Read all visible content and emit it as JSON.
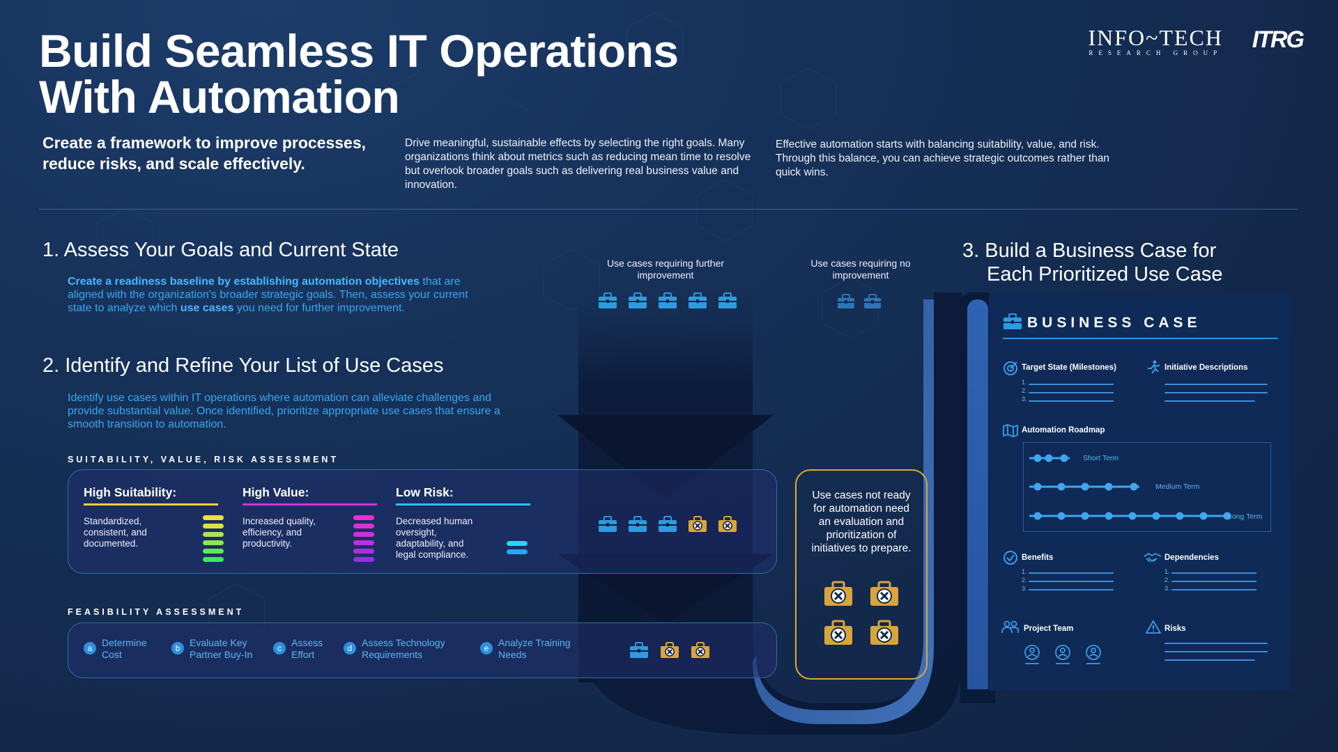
{
  "header": {
    "title_line1": "Build Seamless IT Operations",
    "title_line2": "With Automation",
    "subtitle": "Create a framework to improve processes, reduce risks, and scale effectively.",
    "intro_middle": "Drive meaningful, sustainable effects by selecting the right goals. Many organizations think about metrics such as reducing mean time to resolve but overlook broader goals such as delivering real business value and innovation.",
    "intro_right": "Effective automation starts with balancing suitability, value, and risk. Through this balance, you can achieve strategic outcomes rather than quick wins."
  },
  "logos": {
    "infotech_main": "INFO~TECH",
    "infotech_sub": "RESEARCH GROUP",
    "itrg": "ITRG"
  },
  "step1": {
    "heading": "1. Assess Your Goals and Current State",
    "bold1": "Create a readiness baseline by establishing automation objectives",
    "text1": " that are aligned with the organization's broader strategic goals. Then, assess your current state to analyze which ",
    "bold2": "use cases",
    "text2": " you need for further improvement."
  },
  "step2": {
    "heading": "2. Identify and Refine Your List of Use Cases",
    "body": "Identify use cases within IT operations where automation can alleviate challenges and provide substantial value. Once identified, prioritize appropriate use cases that ensure a smooth transition to automation.",
    "assessment_label": "SUITABILITY, VALUE, RISK ASSESSMENT",
    "criteria": [
      {
        "title": "High Suitability:",
        "text": "Standardized, consistent, and documented.",
        "color": "#f2d43a"
      },
      {
        "title": "High Value:",
        "text": "Increased quality, efficiency, and productivity.",
        "color": "#d62ee0"
      },
      {
        "title": "Low Risk:",
        "text": "Decreased human oversight, adaptability, and legal compliance.",
        "color": "#27c3f2"
      }
    ],
    "feasibility_label": "FEASIBILITY ASSESSMENT",
    "feasibility": [
      {
        "letter": "a",
        "text": "Determine Cost"
      },
      {
        "letter": "b",
        "text": "Evaluate Key Partner Buy-In"
      },
      {
        "letter": "c",
        "text": "Assess Effort"
      },
      {
        "letter": "d",
        "text": "Assess Technology Requirements"
      },
      {
        "letter": "e",
        "text": "Analyze Training Needs"
      }
    ]
  },
  "use_cases": {
    "further_label": "Use cases requiring further improvement",
    "no_improvement_label": "Use cases requiring no improvement",
    "not_ready_text": "Use cases not ready for automation need an evaluation and prioritization of initiatives to prepare."
  },
  "step3": {
    "heading_line1": "3. Build a Business Case for",
    "heading_line2": "Each Prioritized Use Case"
  },
  "business_case": {
    "title": "BUSINESS CASE",
    "target_state": "Target State (Milestones)",
    "initiative_descriptions": "Initiative Descriptions",
    "automation_roadmap": "Automation Roadmap",
    "short_term": "Short Term",
    "medium_term": "Medium Term",
    "long_term": "Long Term",
    "benefits": "Benefits",
    "dependencies": "Dependencies",
    "project_team": "Project Team",
    "risks": "Risks",
    "n1": "1.",
    "n2": "2.",
    "n3": "3."
  },
  "colors": {
    "accent_blue": "#39a9f0",
    "suitcase_blue": "#2d9be0",
    "suitcase_gold": "#d8a53a",
    "not_ready_border": "#e0aa2e",
    "business_case_bg": "#0f2a57"
  }
}
